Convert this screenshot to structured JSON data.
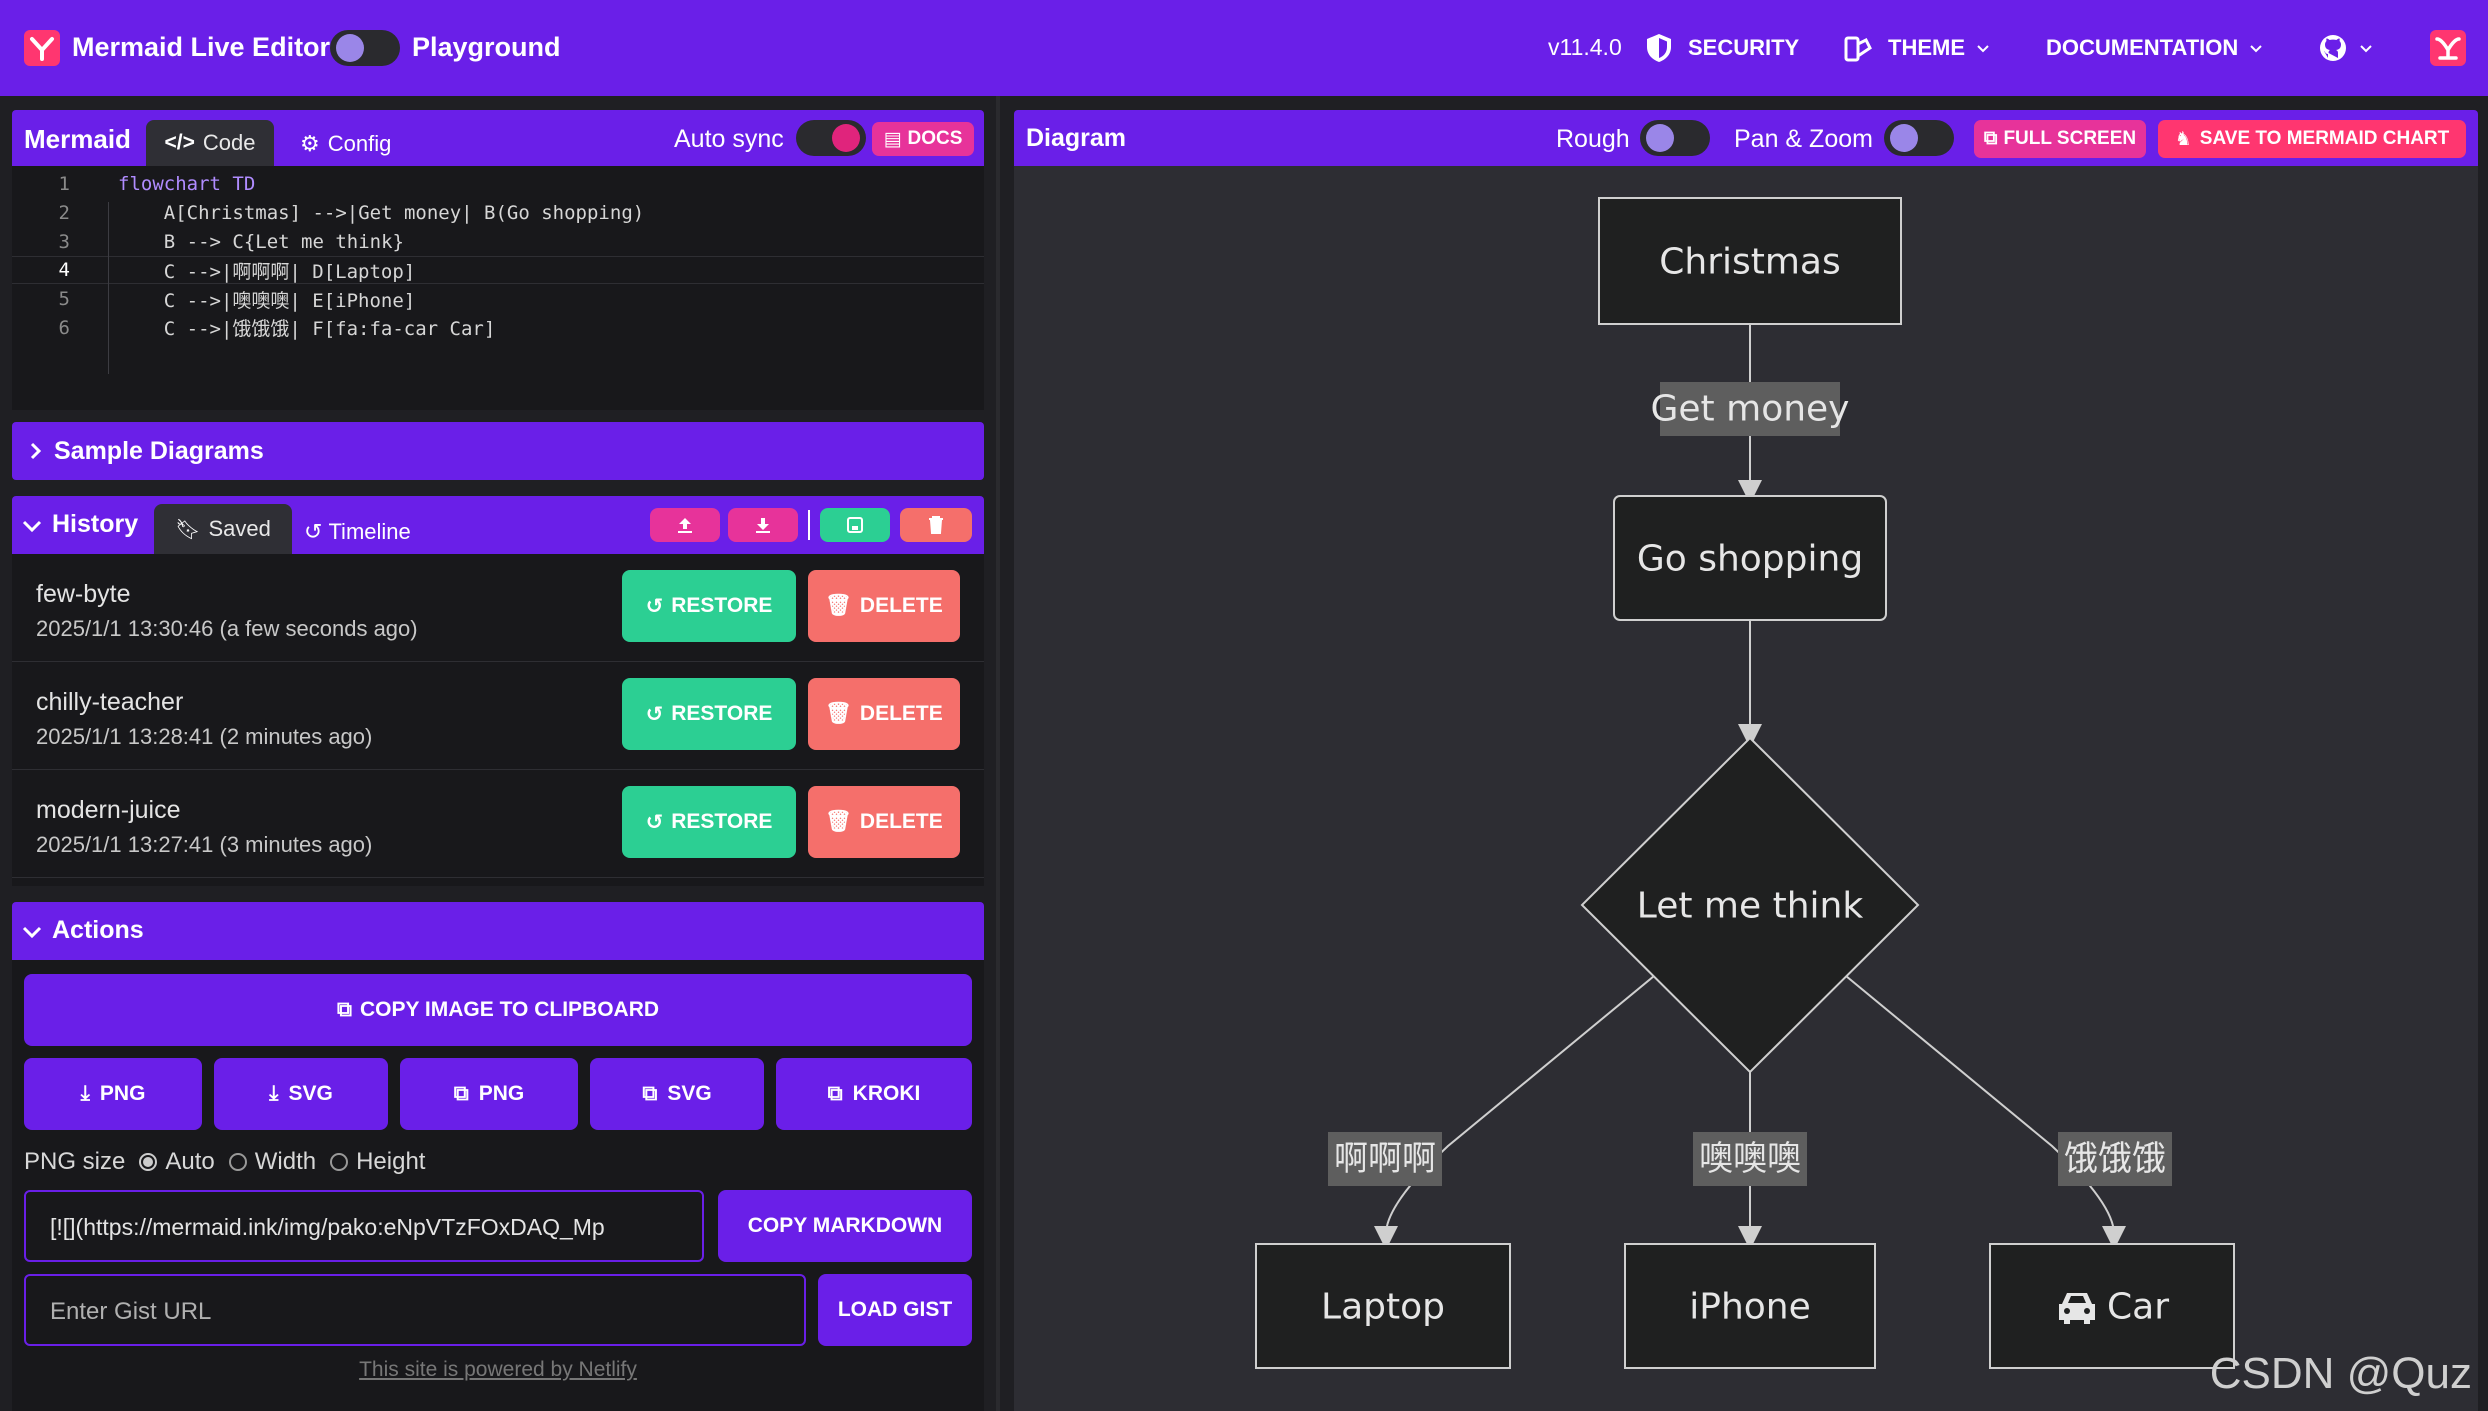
{
  "topbar": {
    "title": "Mermaid Live Editor",
    "playground": "Playground",
    "version": "v11.4.0",
    "security": "SECURITY",
    "theme": "THEME",
    "documentation": "DOCUMENTATION"
  },
  "editor": {
    "heading": "Mermaid",
    "tab_code": "Code",
    "tab_config": "Config",
    "auto_sync": "Auto sync",
    "docs": "DOCS",
    "lines": [
      {
        "no": "1",
        "text": "flowchart TD"
      },
      {
        "no": "2",
        "text": "    A[Christmas] -->|Get money| B(Go shopping)"
      },
      {
        "no": "3",
        "text": "    B --> C{Let me think}"
      },
      {
        "no": "4",
        "text": "    C -->|啊啊啊| D[Laptop]"
      },
      {
        "no": "5",
        "text": "    C -->|噢噢噢| E[iPhone]"
      },
      {
        "no": "6",
        "text": "    C -->|饿饿饿| F[fa:fa-car Car]"
      }
    ]
  },
  "sample": {
    "label": "Sample Diagrams"
  },
  "history": {
    "label": "History",
    "tab_saved": "Saved",
    "tab_timeline": "Timeline",
    "restore_label": "RESTORE",
    "delete_label": "DELETE",
    "items": [
      {
        "name": "few-byte",
        "time": "2025/1/1 13:30:46 (a few seconds ago)"
      },
      {
        "name": "chilly-teacher",
        "time": "2025/1/1 13:28:41 (2 minutes ago)"
      },
      {
        "name": "modern-juice",
        "time": "2025/1/1 13:27:41 (3 minutes ago)"
      }
    ]
  },
  "actions": {
    "label": "Actions",
    "copy_image": "COPY IMAGE TO CLIPBOARD",
    "png_download": "PNG",
    "svg_download": "SVG",
    "png_open": "PNG",
    "svg_open": "SVG",
    "kroki": "KROKI",
    "png_size": "PNG size",
    "size_auto": "Auto",
    "size_width": "Width",
    "size_height": "Height",
    "markdown_value": "[![](https://mermaid.ink/img/pako:eNpVTzFOxDAQ_Mp",
    "copy_markdown": "COPY MARKDOWN",
    "gist_placeholder": "Enter Gist URL",
    "load_gist": "LOAD GIST",
    "footer": "This site is powered by Netlify"
  },
  "diagram": {
    "heading": "Diagram",
    "rough": "Rough",
    "pan_zoom": "Pan & Zoom",
    "full_screen": "FULL SCREEN",
    "save_chart": "SAVE TO MERMAID CHART",
    "nodes": {
      "a": "Christmas",
      "b": "Go shopping",
      "c": "Let me think",
      "d": "Laptop",
      "e": "iPhone",
      "f": "Car"
    },
    "edges": {
      "ab": "Get money",
      "cd": "啊啊啊",
      "ce": "噢噢噢",
      "cf": "饿饿饿"
    }
  },
  "watermark": "CSDN @Quz",
  "colors": {
    "brand": "#6a1fe8",
    "pink": "#e7339a",
    "green": "#2ccf93",
    "red": "#f56f6b"
  }
}
